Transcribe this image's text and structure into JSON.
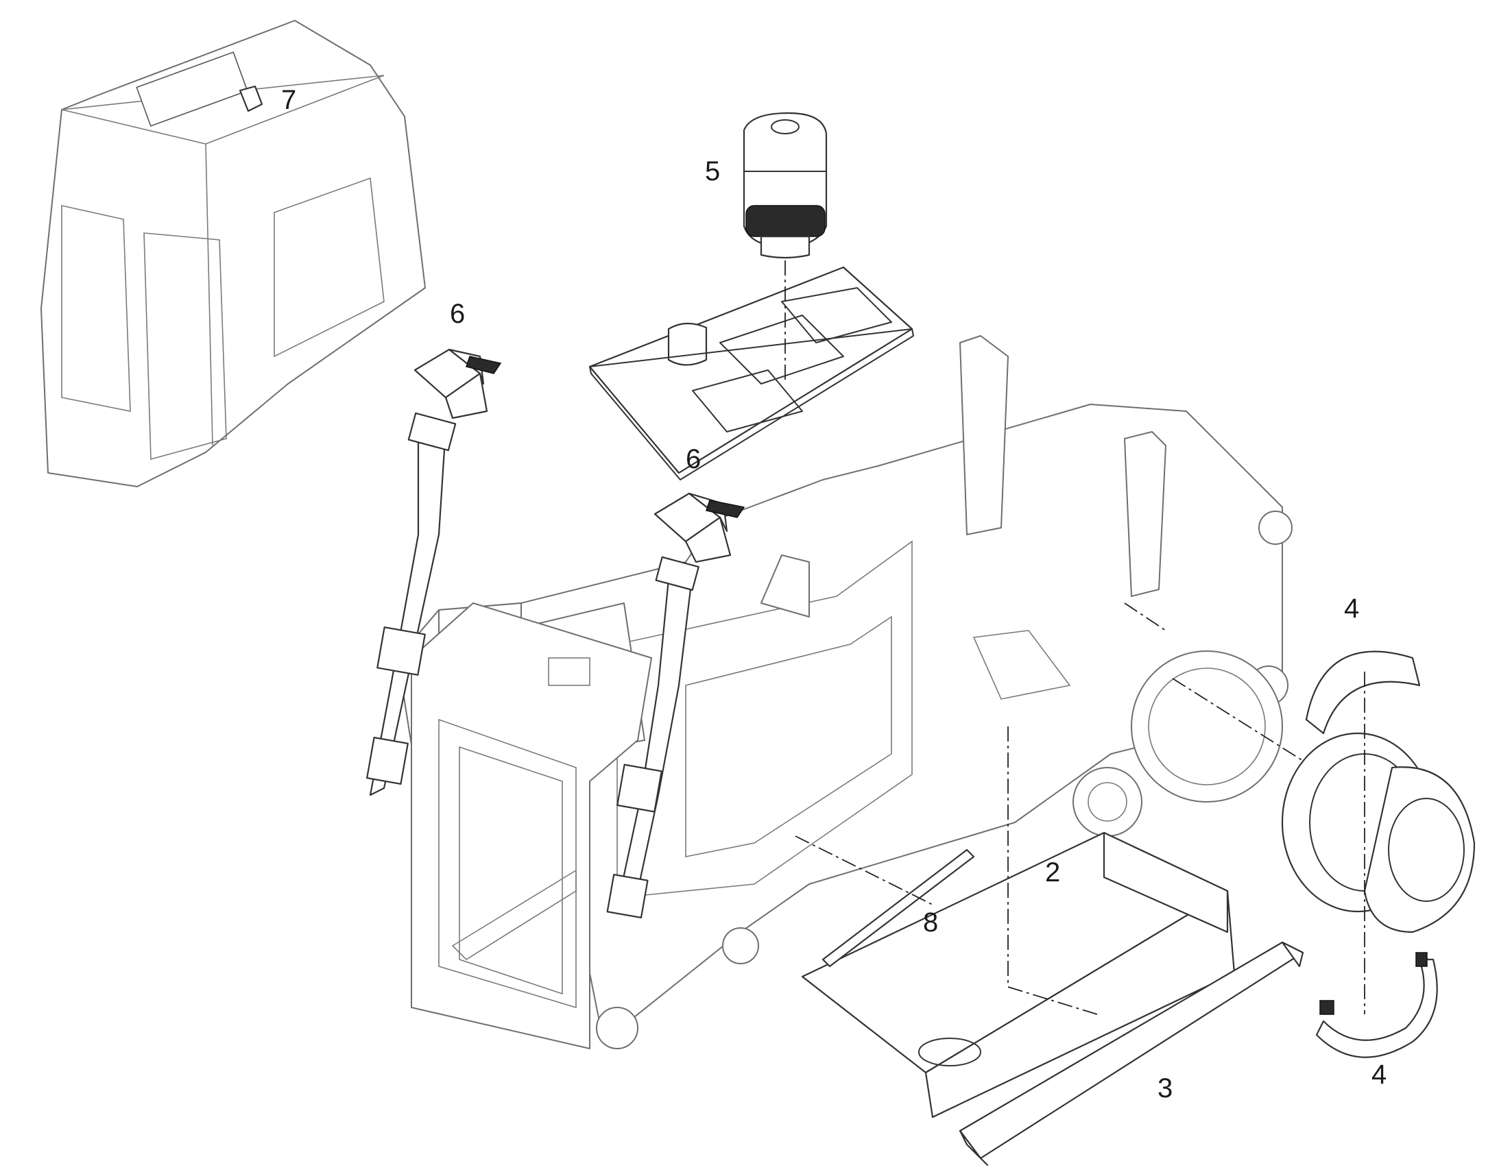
{
  "callouts": {
    "c2": "2",
    "c3": "3",
    "c4a": "4",
    "c4b": "4",
    "c5": "5",
    "c6a": "6",
    "c6b": "6",
    "c7": "7",
    "c8": "8"
  }
}
